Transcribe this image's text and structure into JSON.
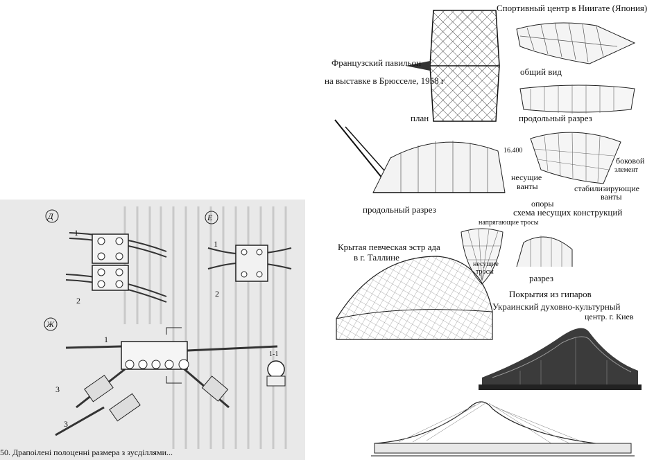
{
  "labels": {
    "niigata_title": "Спортивный центр в Ниигате (Япония)",
    "french_pavilion_1": "Французский павильон",
    "french_pavilion_2": "на выставке в Брюсселе, 1958 г",
    "general_view": "общий вид",
    "plan": "план",
    "long_section_niigata": "продольный разрез",
    "side_element_1": "боковой",
    "side_element_2": "элемент",
    "bearing_cables_1": "несущие",
    "bearing_cables_2": "ванты",
    "stabilizing_1": "стабилизирующие",
    "stabilizing_2": "ванты",
    "supports": "опоры",
    "long_section_pavilion": "продольный разрез",
    "scheme_bearing": "схема несущих конструкций",
    "tensioning_cables": "напрягающие тросы",
    "choir_1": "Крытая певческая эстр ада",
    "choir_2": "в г. Таллине",
    "bearing_cables_3": "несущие",
    "bearing_cables_4": "тросы",
    "section": "разрез",
    "hypar_cover": "Покрытия из гипаров",
    "ukrainian_1": "Украинский духовно-культурный",
    "ukrainian_2": "центр. г. Киев",
    "elev_mark": "16.400"
  },
  "scan_labels": {
    "d": "Д",
    "e": "Е",
    "zh": "Ж",
    "n1": "1",
    "n2": "2",
    "n3": "3",
    "section_mark": "1-1",
    "caption": "50. Драпоілені полоценні размера з зусділлями..."
  }
}
